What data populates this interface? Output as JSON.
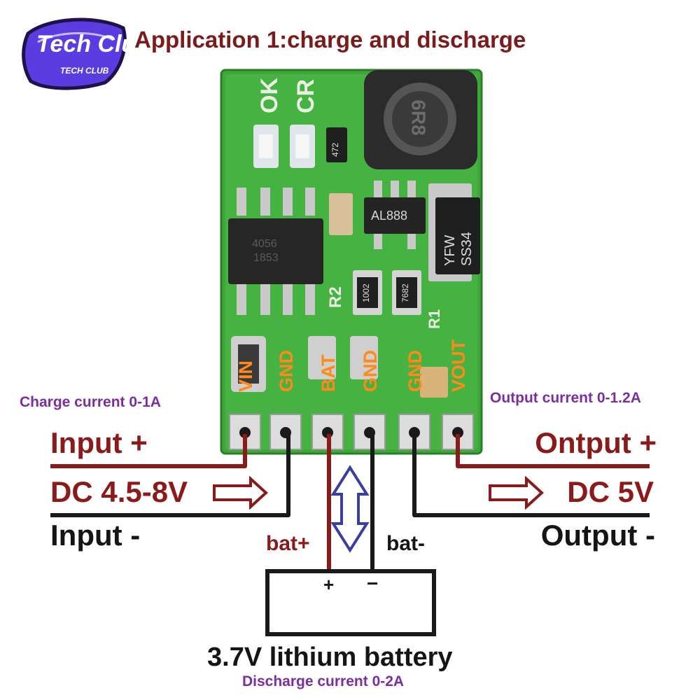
{
  "logo": {
    "text": "Tech Club",
    "subtext": "TECH CLUB"
  },
  "title": "Application 1:charge and discharge",
  "board": {
    "silkscreen": [
      "OK",
      "CR",
      "R2",
      "R1"
    ],
    "components": {
      "inductor": "6R8",
      "chip_ic": "4056",
      "chip_code": "1853",
      "regulator": "AL888",
      "diode_line1": "YFW",
      "diode_line2": "SS34",
      "resistor_1": "1002",
      "resistor_2": "7682",
      "resistor_3": "472"
    },
    "pins": [
      "VIN",
      "GND",
      "BAT",
      "GND",
      "GND",
      "VOUT"
    ]
  },
  "left": {
    "charge_current": "Charge current 0-1A",
    "input_plus": "Input +",
    "input_voltage": "DC 4.5-8V",
    "input_minus": "Input -"
  },
  "right": {
    "output_current": "Output current 0-1.2A",
    "output_plus": "Ontput +",
    "output_voltage": "DC 5V",
    "output_minus": "Output -"
  },
  "battery": {
    "bat_plus": "bat+",
    "bat_minus": "bat-",
    "plus_sign": "+",
    "minus_sign": "−",
    "name": "3.7V lithium battery",
    "discharge_current": "Discharge current 0-2A"
  },
  "colors": {
    "wire_red": "#8b1a1a",
    "wire_black": "#1a1a1a",
    "pcb_green": "#3fa73a",
    "pin_label": "#ff8a1a",
    "arrow_blue": "#3b3f9e"
  }
}
